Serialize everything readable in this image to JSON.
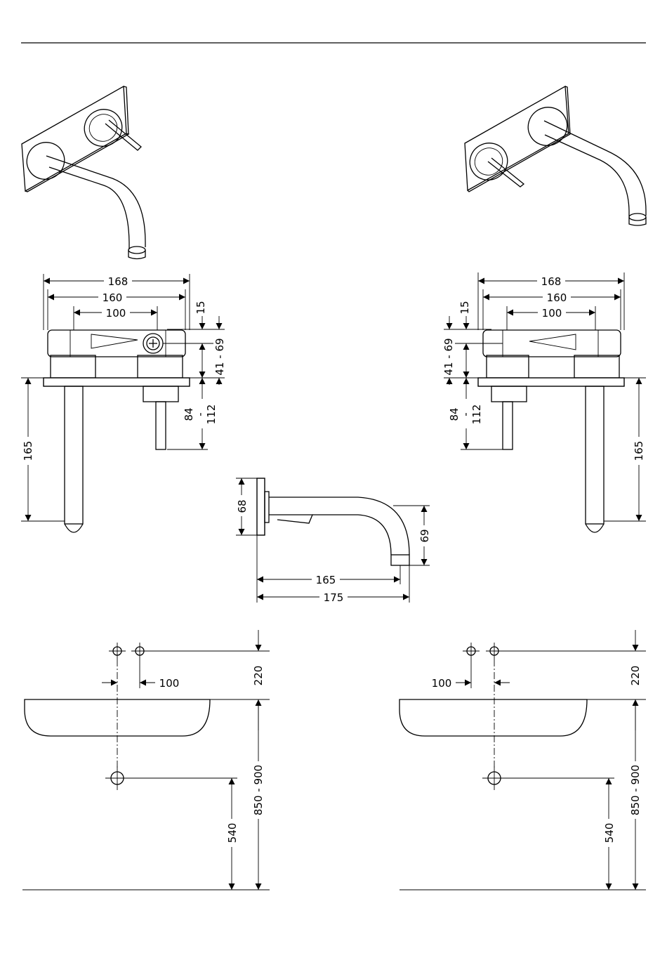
{
  "dimensions": {
    "left_mixer": {
      "width_overall": "168",
      "width_body": "160",
      "spout_handle_spacing": "100",
      "top_offset": "15",
      "handle_axis_range": "41 - 69",
      "spout_projection": "165",
      "rough_in_min": "84",
      "rough_in_max": "112"
    },
    "right_mixer": {
      "width_overall": "168",
      "width_body": "160",
      "spout_handle_spacing": "100",
      "top_offset": "15",
      "handle_axis_range": "41 - 69",
      "spout_projection": "165",
      "rough_in_min": "84",
      "rough_in_max": "112"
    },
    "spout_side": {
      "plate_height": "68",
      "spout_drop": "69",
      "spout_reach": "165",
      "spout_total": "175"
    },
    "left_install": {
      "hole_spacing": "100",
      "above_basin": "220",
      "basin_height": "850 - 900",
      "drain_height": "540"
    },
    "right_install": {
      "hole_spacing": "100",
      "above_basin": "220",
      "basin_height": "850 - 900",
      "drain_height": "540"
    }
  }
}
